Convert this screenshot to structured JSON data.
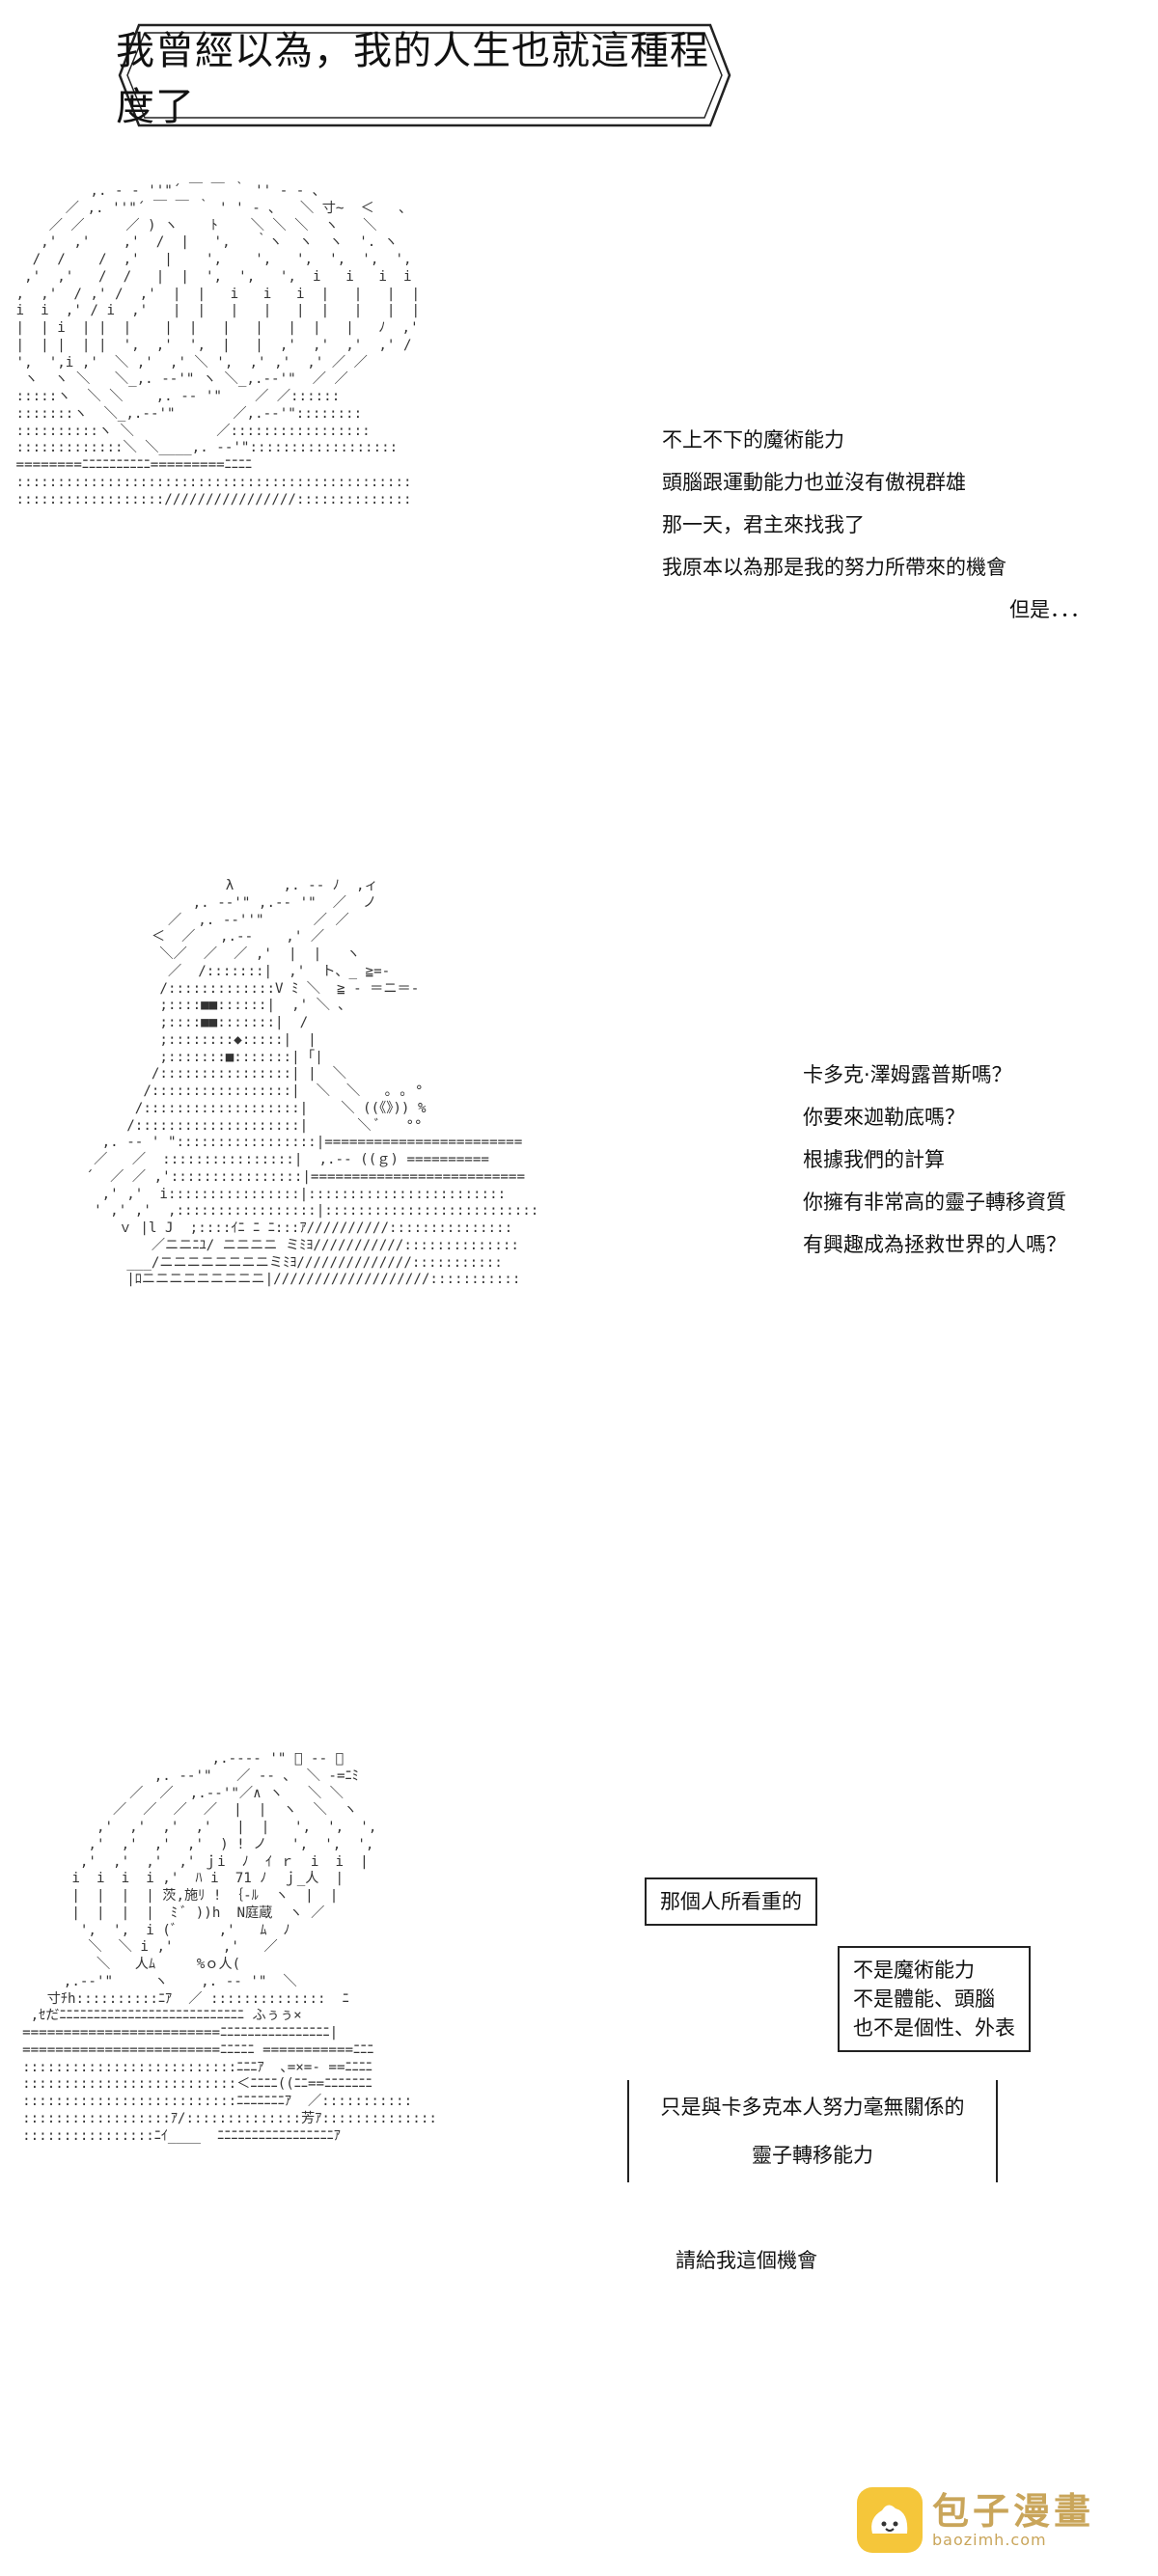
{
  "title": "我曾經以為，我的人生也就這種程度了",
  "panel1": {
    "art": "          ,. - ‐ ''\"´ ￣ ￣ ｀ '' ‐ - ､\n       ／ ,. ''\"´ ￣ ￣ ｀ ' ' ‐ ､   ＼ 寸~  ＜   ､\n     ／ ／     ／ ) ヽ    ﾄ    ＼ ＼ ＼  ヽ   ＼\n    ,'  ,'    ,'  /  |   ',   ｀ヽ  ヽ  ヽ  '. ヽ\n   /  /    /  ,'   |    ',    ',   ',  ',  ',  ',\n  ,'  ,'   /  /   |  |  ',  ',   ',  i   i   i  i\n ,  ,'  / ,' /  ,'  |  |   i   i   i  |   |   |  |\n i  i  ,' / i  ,'   |  |   |   |   |  |   |   |  |\n |  | i  | |  |    |  |   |   |   |  |   |   ﾉ  ,'\n |  | |  | |  ',  ,'  ',  |   |  ,'  ,'  ,'  ,' /\n ',  ',i ,'  ＼ ,'  ,' ＼ ',  ,' ,'  ,' ／ ／\n  ヽ  ヽ ＼   ＼_,. -‐'\" ヽ ＼_,.-‐'\"  ／ ／\n :::::ヽ  ＼ ＼    ,. -‐ '\"    ／ ／::::::\n :::::::ヽ  ＼_,.-‐'\"       ／,.-‐'\"::::::::\n ::::::::::ヽ ＼          ／:::::::::::::::::\n :::::::::::::＼ ＼____,. -‐'\"::::::::::::::::::\n ========ﾆﾆﾆﾆﾆﾆﾆﾆﾆﾆ=========ﾆﾆﾆﾆ\n ::::::::::::::::::::::::::::::::::::::::::::::::\n ::::::::::::::::::////////////////::::::::::::::",
    "lines": [
      "不上不下的魔術能力",
      "頭腦跟運動能力也並沒有傲視群雄",
      "那一天，君主來找我了",
      "我原本以為那是我的努力所帶來的機會",
      "但是．．．"
    ]
  },
  "panel2": {
    "art": "                  λ      ,. -‐ ﾉ  ,ィ\n              ,. -‐'\" ,.-‐ '\"  ／  ノ\n           ／  ,. -‐''\"      ／ ／\n         ＜  ／   ,.-‐    ,' ／\n          ＼／  ／  ／ ,'  |  |   ヽ\n           ／  /:::::::|  ,'  ト、_ ≧=-\n          /:::::::::::::V ﾐ ＼  ≧ ‐ ＝ニ＝‐\n          ;::::■■::::::|  ,' ＼ ､\n          ;::::■■:::::::|  /\n          ;::::::::◆:::::|  |\n          ;:::::::■:::::::| ｢|\n         /::::::::::::::::| |  ＼\n        /:::::::::::::::::|  ＼  ＼   ｡ ｡ °\n       /:::::::::::::::::::|    ＼ ((《》)) %\n      /::::::::::::::::::::|      ＼ ﾞ   °°\n   ,. -‐ ' \":::::::::::::::::|========================\n  ／   ／  ::::::::::::::::|  ,.-‐ ((ｇ) ==========\n ´  ／ ／ ,'::::::::::::::::|==========================\n   ,' ,'  i::::::::::::::::|::::::::::::::::::::::::\n  ' ,' ,'  ,:::::::::::::::::|::::::::::::::::::::::::::\n     ｖ |l J  ;::::ｲﾆ ﾆ ﾆ:::ｱ//////////:::::::::::::::\n         ／ニニﾆﾕ/ ニニニニ ミﾐﾖ///////////::::::::::::::\n      ___/ニニニニニニニニミﾐﾖ//////////////:::::::::::\n      |ﾛニニニニニニニニニ|///////////////////:::::::::::",
    "lines": [
      "卡多克·澤姆露普斯嗎？",
      "你要來迦勒底嗎？",
      "根據我們的計算",
      "你擁有非常高的靈子轉移資質",
      "有興趣成為拯救世界的人嗎？"
    ]
  },
  "panel3": {
    "art": "                         ,.--‐‐ '\" ﾞ ‐- ､\n                  ,. -‐'\"   ／ ‐- ､  ＼ ‐=ﾆﾐ\n               ／  ／  ,.-‐'\"／∧ ヽ   ＼ ＼\n             ／  ／  ／  ／  |  |  ヽ  ＼  ヽ\n           ,'  ,'  ,'  ,'   |  |   ',  ',  ',\n          ,'  ,'  ,'  ,'  ) ! ノ   ',  ',  ',\n         ,'  ,'  ,'  ,' ｊi  ﾉ  ｲ ｒ  i  i  |\n        i  i  i  i ,'  ﾊ i  71 ﾉ  ｊ_人  |\n        |  |  |  | 茨,施ﾘ ! ｛-ﾙ  ヽ  |  |\n        |  |  |  |  ﾐ ﾞ ))h  N庭蔵  ヽ ／\n         ',  ',  i (ﾞ     ,'   ﾑ  ﾉ\n          ＼  ＼ i ,'      ,'   ／\n           ＼   人ﾑ     %ｏ人(\n       ,.-‐'\"     ヽ    ,. -‐ '\"  ＼\n     寸ﾁh::::::::::ﾆｱ  ／ ::::::::::::::  ﾆ\n   ,ｾだﾆﾆﾆﾆﾆﾆﾆﾆﾆﾆﾆﾆﾆﾆﾆﾆﾆﾆﾆﾆﾆﾆﾆﾆﾆﾆﾆ ふぅぅ×\n  ========================ﾆﾆﾆﾆﾆﾆﾆﾆﾆﾆﾆﾆﾆﾆﾆﾆ|\n  ========================ﾆﾆﾆﾆﾆ ===========ﾆﾆﾆ\n  ::::::::::::::::::::::::::ﾆﾆﾆｱ  ､=×=‐ ==ﾆﾆﾆﾆ\n  ::::::::::::::::::::::::::＜ﾆﾆﾆﾆ((ﾆﾆ==ﾆﾆﾆﾆﾆﾆﾆ\n  ::::::::::::::::::::::::::ﾆﾆﾆﾆﾆﾆﾆｱ  ／:::::::::::\n  ::::::::::::::::::ｱ/::::::::::::::芳ｱ::::::::::::::\n  ::::::::::::::::ﾆｲ____  ﾆﾆﾆﾆﾆﾆﾆﾆﾆﾆﾆﾆﾆﾆﾆﾆﾆｱ",
    "box1": "那個人所看重的",
    "box2": [
      "不是魔術能力",
      "不是體能、頭腦",
      "也不是個性、外表"
    ],
    "box3": [
      "只是與卡多克本人努力毫無關係的",
      "靈子轉移能力"
    ],
    "note": "請給我這個機會"
  },
  "watermark": {
    "title": "包子漫畫",
    "url": "baozimh.com",
    "brand_color": "#f5c63a"
  }
}
